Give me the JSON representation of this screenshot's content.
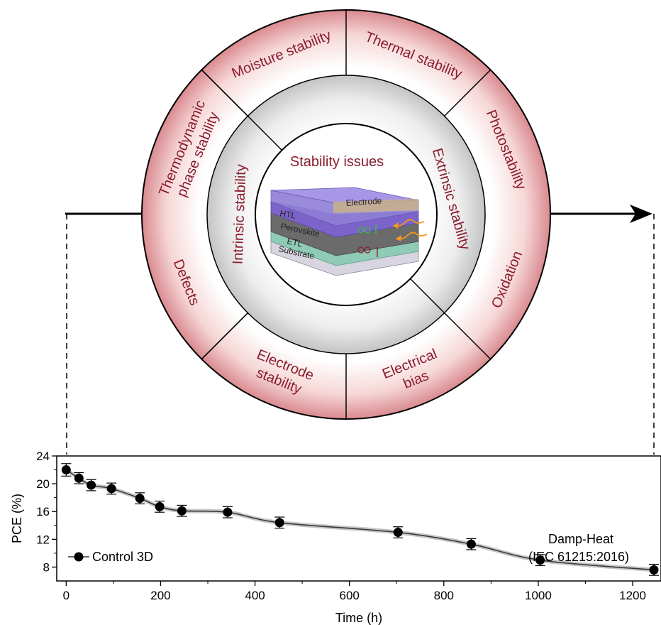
{
  "diagram": {
    "outer_segments": [
      "Moisture stability",
      "Thermal stability",
      "Photostability",
      "Oxidation",
      "Electrical bias",
      "Electrode stability",
      "Defects",
      "Thermodynamic phase stability"
    ],
    "outer_segments_lines": [
      [
        "Moisture stability"
      ],
      [
        "Thermal stability"
      ],
      [
        "Photostability"
      ],
      [
        "Oxidation"
      ],
      [
        "Electrical",
        "bias"
      ],
      [
        "Electrode",
        "stability"
      ],
      [
        "Defects"
      ],
      [
        "Thermodynamic",
        "phase stability"
      ]
    ],
    "middle_left": "Intrinsic stability",
    "middle_right": "Extrinsic stability",
    "center_title": "Stability issues",
    "device_layers": [
      "Electrode",
      "HTL",
      "Perovskite",
      "ETL",
      "Substrate"
    ],
    "colors": {
      "segment_text": "#8a1c2e",
      "ring_outer": "#d4707a",
      "ring_middle": "#c9c9c9",
      "arrow": "#000000"
    }
  },
  "chart_data": {
    "type": "line",
    "xlabel": "Time (h)",
    "ylabel": "PCE (%)",
    "xlim": [
      -20,
      1260
    ],
    "ylim": [
      6,
      24
    ],
    "xticks": [
      0,
      200,
      400,
      600,
      800,
      1000,
      1200
    ],
    "yticks": [
      8,
      12,
      16,
      20,
      24
    ],
    "series": [
      {
        "name": "Control 3D",
        "x": [
          0,
          27,
          53,
          96,
          156,
          198,
          245,
          342,
          452,
          703,
          858,
          1004,
          1245
        ],
        "y": [
          22.0,
          20.8,
          19.8,
          19.3,
          17.9,
          16.7,
          16.1,
          15.9,
          14.4,
          13.0,
          11.3,
          9.0,
          7.6
        ],
        "err": [
          0.9,
          0.8,
          0.8,
          0.8,
          0.8,
          0.8,
          0.8,
          0.8,
          0.8,
          0.8,
          0.8,
          0.8,
          0.8
        ]
      }
    ],
    "annotation": [
      "Damp-Heat",
      "(IEC 61215:2016)"
    ],
    "legend_position": "bottom-left"
  }
}
